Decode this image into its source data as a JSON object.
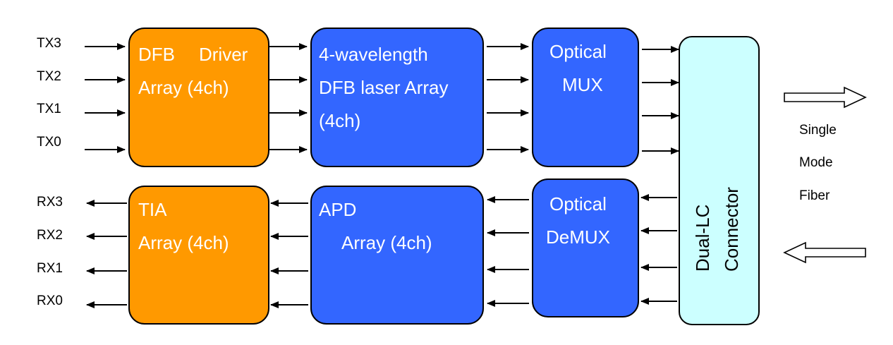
{
  "tx_labels": [
    "TX3",
    "TX2",
    "TX1",
    "TX0"
  ],
  "rx_labels": [
    "RX3",
    "RX2",
    "RX1",
    "RX0"
  ],
  "blocks": {
    "dfb_driver": {
      "line1": "DFB",
      "line1b": "Driver",
      "line2": "Array (4ch)"
    },
    "laser_array": {
      "line1": "4-wavelength",
      "line2": "DFB laser Array",
      "line3": "(4ch)"
    },
    "optical_mux": {
      "line1": "Optical",
      "line2": "MUX"
    },
    "tia": {
      "line1": "TIA",
      "line2": "Array (4ch)"
    },
    "apd": {
      "line1": "APD",
      "line2": "Array (4ch)"
    },
    "optical_demux": {
      "line1": "Optical",
      "line2": "DeMUX"
    },
    "connector": {
      "line1": "Dual-LC",
      "line2": "Connector"
    }
  },
  "fiber_label": [
    "Single",
    "Mode",
    "Fiber"
  ],
  "colors": {
    "driver_orange": "#FF9900",
    "laser_blue": "#3366FF",
    "connector_cyan": "#CCFFFF",
    "outline": "#000000"
  }
}
